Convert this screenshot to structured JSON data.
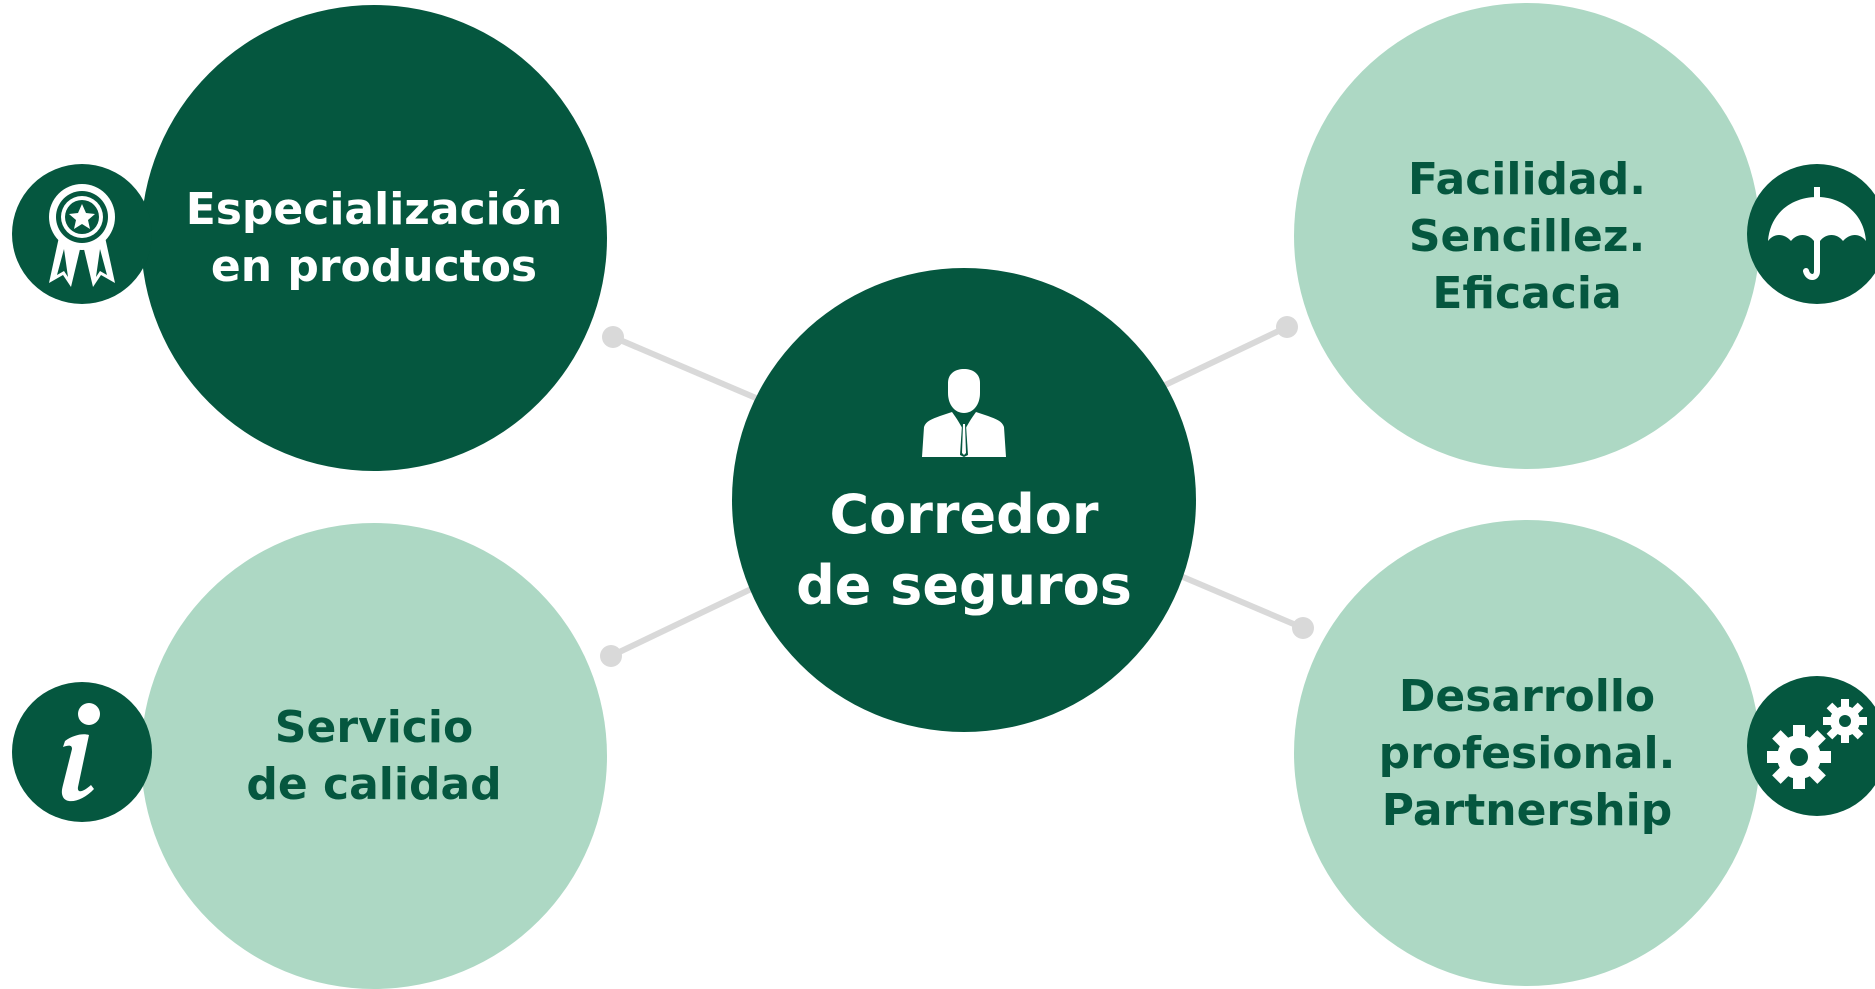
{
  "diagram": {
    "center": {
      "line1": "Corredor",
      "line2": "de seguros",
      "icon": "businessman-icon"
    },
    "nodes": [
      {
        "id": "especializacion",
        "lines": [
          "Especialización",
          "en productos"
        ],
        "style": "dark",
        "icon": "award-ribbon-icon"
      },
      {
        "id": "servicio",
        "lines": [
          "Servicio",
          "de calidad"
        ],
        "style": "light",
        "icon": "info-icon"
      },
      {
        "id": "facilidad",
        "lines": [
          "Facilidad.",
          "Sencillez.",
          "Eficacia"
        ],
        "style": "light",
        "icon": "umbrella-icon"
      },
      {
        "id": "desarrollo",
        "lines": [
          "Desarrollo",
          "profesional.",
          "Partnership"
        ],
        "style": "light",
        "icon": "gears-icon"
      }
    ]
  },
  "colors": {
    "dark_green": "#05573f",
    "light_green": "#add8c4",
    "connector": "#d9d9d9",
    "white": "#ffffff"
  }
}
